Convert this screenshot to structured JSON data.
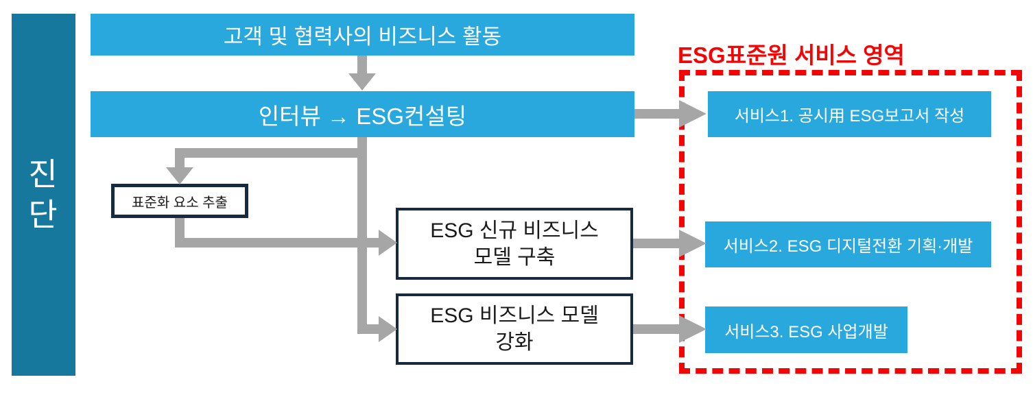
{
  "colors": {
    "box_blue": "#29A8DE",
    "sidebar_teal": "#17789E",
    "outline_navy": "#172A40",
    "arrow_gray": "#A6A6A6",
    "service_red": "#F40505"
  },
  "sidebar": {
    "stage_label": "진단"
  },
  "flow": {
    "business_activity": "고객 및 협력사의 비즈니스 활동",
    "interview": "인터뷰 → ESG컨설팅",
    "standardization": "표준화 요소 추출",
    "new_business_model": {
      "lines": [
        "ESG 신규 비즈니스",
        "모델 구축"
      ]
    },
    "strengthen_model": {
      "lines": [
        "ESG 비즈니스 모델",
        "강화"
      ]
    }
  },
  "service_area": {
    "title": "ESG표준원 서비스 영역",
    "services": [
      {
        "label": "서비스1. 공시用 ESG보고서 작성"
      },
      {
        "label": "서비스2. ESG 디지털전환 기획·개발"
      },
      {
        "label": "서비스3. ESG 사업개발"
      }
    ]
  }
}
